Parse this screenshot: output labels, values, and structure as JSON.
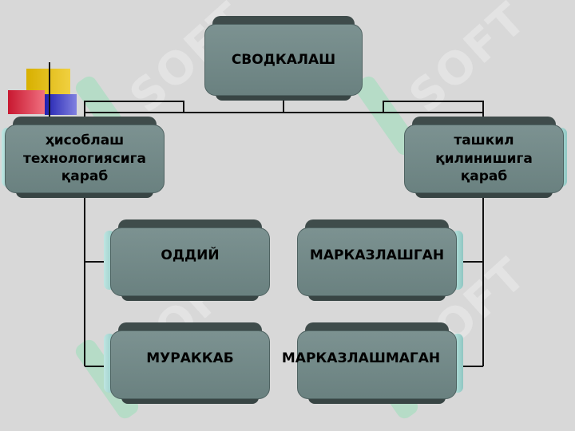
{
  "diagram": {
    "root": {
      "label": "СВОДКАЛАШ"
    },
    "branches": [
      {
        "label_lines": [
          "ҳисоблаш",
          "технологиясига",
          "қараб"
        ],
        "children": [
          "ОДДИЙ",
          "МУРАККАБ"
        ]
      },
      {
        "label_lines": [
          "ташкил",
          "қилинишига",
          "қараб"
        ],
        "children": [
          "МАРКАЗЛАШГАН",
          "МАРКАЗЛАШМАГАН"
        ]
      }
    ],
    "watermark_text": "SOFT",
    "colors": {
      "background": "#d8d8d8",
      "box_fill": "#7c9291",
      "box_rim": "#3f4c4b",
      "box_side_highlight": "#bfe6e2",
      "connector": "#111111",
      "accent_yellow": "#e0c020",
      "accent_red": "#e04060",
      "accent_blue": "#3030c0"
    }
  }
}
